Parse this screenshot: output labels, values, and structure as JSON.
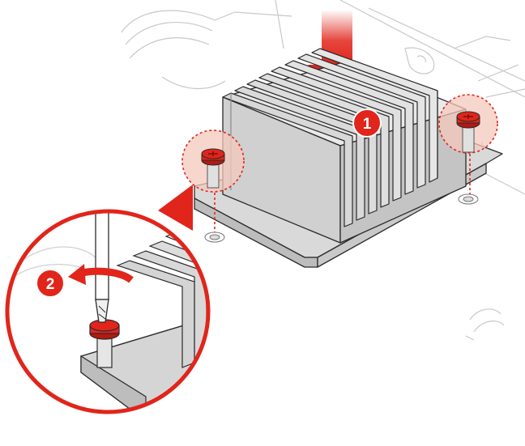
{
  "diagram": {
    "steps": [
      {
        "number": "1",
        "action": "press-down"
      },
      {
        "number": "2",
        "action": "rotate-counterclockwise"
      }
    ],
    "components": [
      "heat-sink",
      "screw",
      "screwdriver",
      "magnified-inset"
    ],
    "colors": {
      "accent": "#e1251b",
      "accent_dark": "#b11a12",
      "highlight_fill": "#f2b8a8",
      "metal_light": "#e9e9e9",
      "metal_mid": "#d5d5d5",
      "metal_dark": "#bdbdbd",
      "outline": "#2b2b2b",
      "background_sketch": "#c8c8c8"
    }
  }
}
